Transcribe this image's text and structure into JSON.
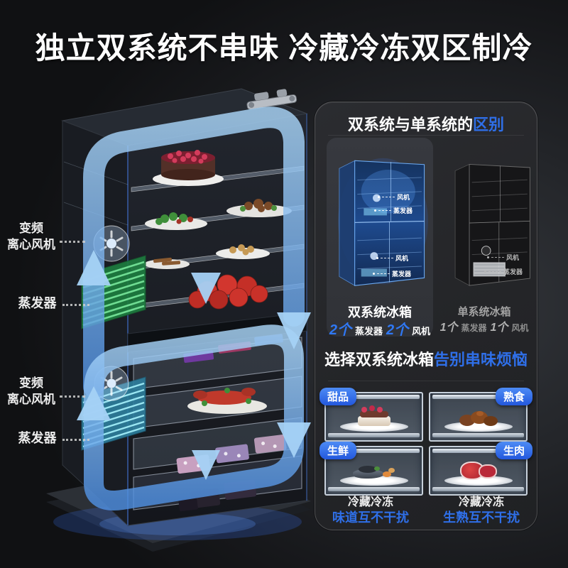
{
  "page": {
    "main_title": "独立双系统不串味 冷藏冷冻双区制冷"
  },
  "colors": {
    "accent_blue": "#2f6fe8",
    "badge_blue": "#2e6be5",
    "arrow_blue": "#7db9f2",
    "panel_bg": "#242528",
    "evaporator_green": "#2f9e4f",
    "evaporator_cyan": "#7fd4e8"
  },
  "fridge_diagram": {
    "labels": {
      "fan_upper": {
        "line1": "变频",
        "line2": "离心风机"
      },
      "evap_upper": {
        "text": "蒸发器"
      },
      "fan_lower": {
        "line1": "变频",
        "line2": "离心风机"
      },
      "evap_lower": {
        "text": "蒸发器"
      }
    }
  },
  "comparison": {
    "title_white": "双系统与单系统的",
    "title_blue": "区别",
    "dual": {
      "callout_fan_upper": "风机",
      "callout_evap_upper": "蒸发器",
      "callout_fan_lower": "风机",
      "callout_evap_lower": "蒸发器",
      "name": "双系统冰箱",
      "stat1_count": "2个",
      "stat1_label": "蒸发器",
      "stat2_count": "2个",
      "stat2_label": "风机"
    },
    "single": {
      "callout_fan": "风机",
      "callout_evap": "蒸发器",
      "name": "单系统冰箱",
      "stat1_count": "1个",
      "stat1_label": "蒸发器",
      "stat2_count": "1个",
      "stat2_label": "风机"
    }
  },
  "selection": {
    "title_white": "选择双系统冰箱",
    "title_blue": "告别串味烦恼",
    "trays": [
      {
        "badge": "甜品"
      },
      {
        "badge": "熟食"
      },
      {
        "badge": "生鲜"
      },
      {
        "badge": "生肉"
      }
    ],
    "captions": [
      {
        "line1": "冷藏冷冻",
        "line2": "味道互不干扰"
      },
      {
        "line1": "冷藏冷冻",
        "line2": "生熟互不干扰"
      }
    ]
  }
}
